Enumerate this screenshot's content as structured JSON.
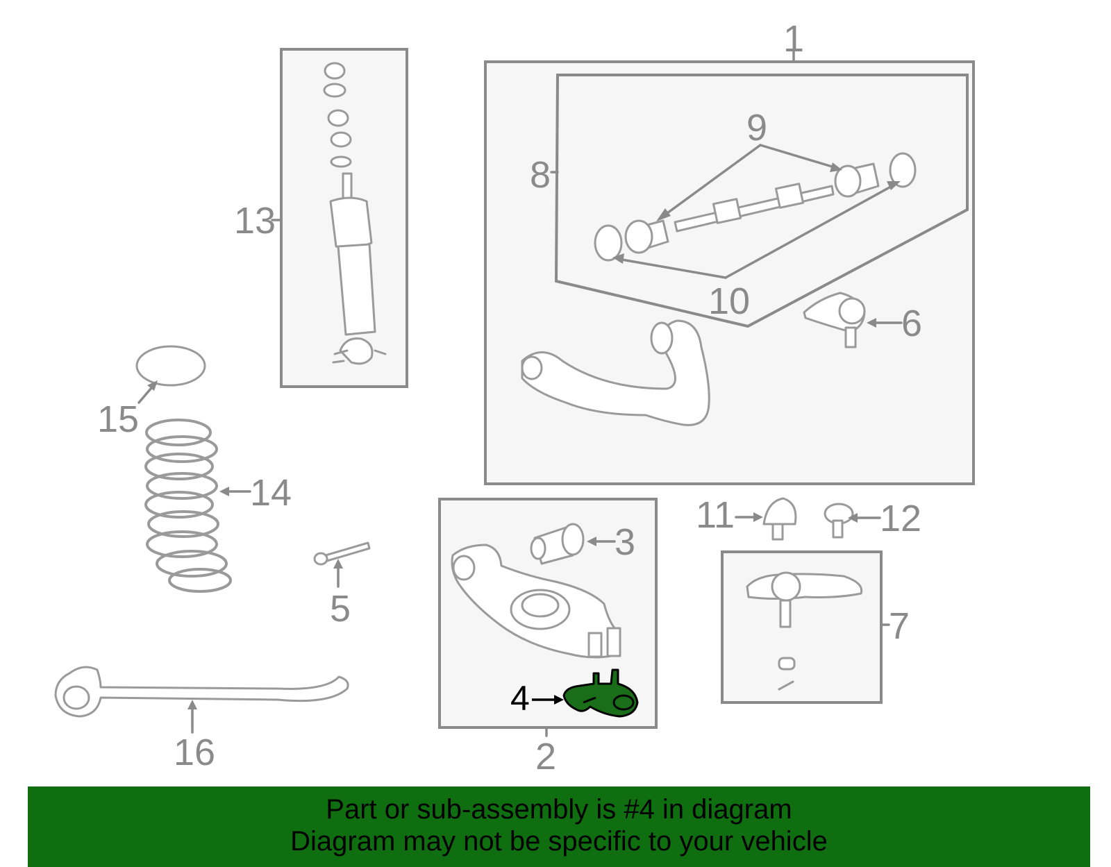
{
  "callouts": {
    "c1": "1",
    "c2": "2",
    "c3": "3",
    "c4": "4",
    "c5": "5",
    "c6": "6",
    "c7": "7",
    "c8": "8",
    "c9": "9",
    "c10": "10",
    "c11": "11",
    "c12": "12",
    "c13": "13",
    "c14": "14",
    "c15": "15",
    "c16": "16"
  },
  "highlight": {
    "callout": "4",
    "color": "#1a6e1a"
  },
  "banner": {
    "line1": "Part or sub-assembly is #4 in diagram",
    "line2": "Diagram may not be specific to your vehicle",
    "background": "#0f6e0f"
  },
  "colors": {
    "outline": "#8a8a8a",
    "box_fill": "#f6f6f6"
  }
}
